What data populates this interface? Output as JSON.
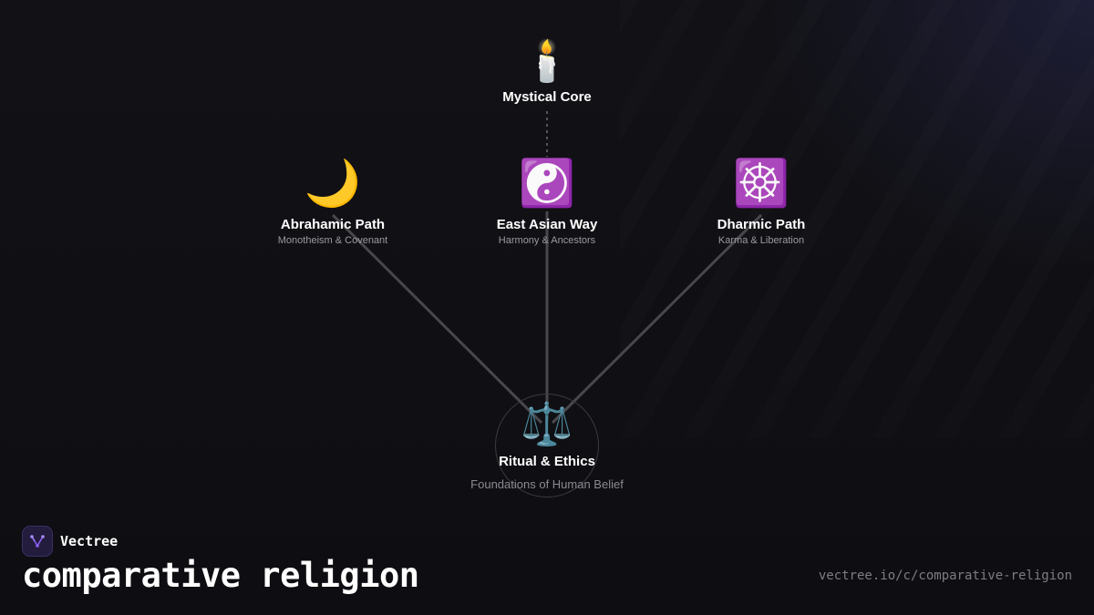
{
  "diagram": {
    "top": {
      "icon": "🕯️",
      "icon_name": "candle-icon",
      "title": "Mystical Core"
    },
    "branches": [
      {
        "icon": "🌙",
        "icon_name": "crescent-moon-icon",
        "title": "Abrahamic Path",
        "subtitle": "Monotheism & Covenant"
      },
      {
        "icon": "☯️",
        "icon_name": "yin-yang-icon",
        "title": "East Asian Way",
        "subtitle": "Harmony & Ancestors"
      },
      {
        "icon": "☸️",
        "icon_name": "dharma-wheel-icon",
        "title": "Dharmic Path",
        "subtitle": "Karma & Liberation"
      }
    ],
    "center": {
      "icon": "⚖️",
      "icon_name": "scales-icon",
      "title": "Ritual & Ethics",
      "subtitle": "Foundations of Human Belief"
    }
  },
  "footer": {
    "brand": "Vectree",
    "topic": "comparative religion",
    "url": "vectree.io/c/comparative-religion"
  },
  "colors": {
    "background": "#111116",
    "link": "#4a4a4e",
    "brand_accent": "#8b5cf6"
  }
}
